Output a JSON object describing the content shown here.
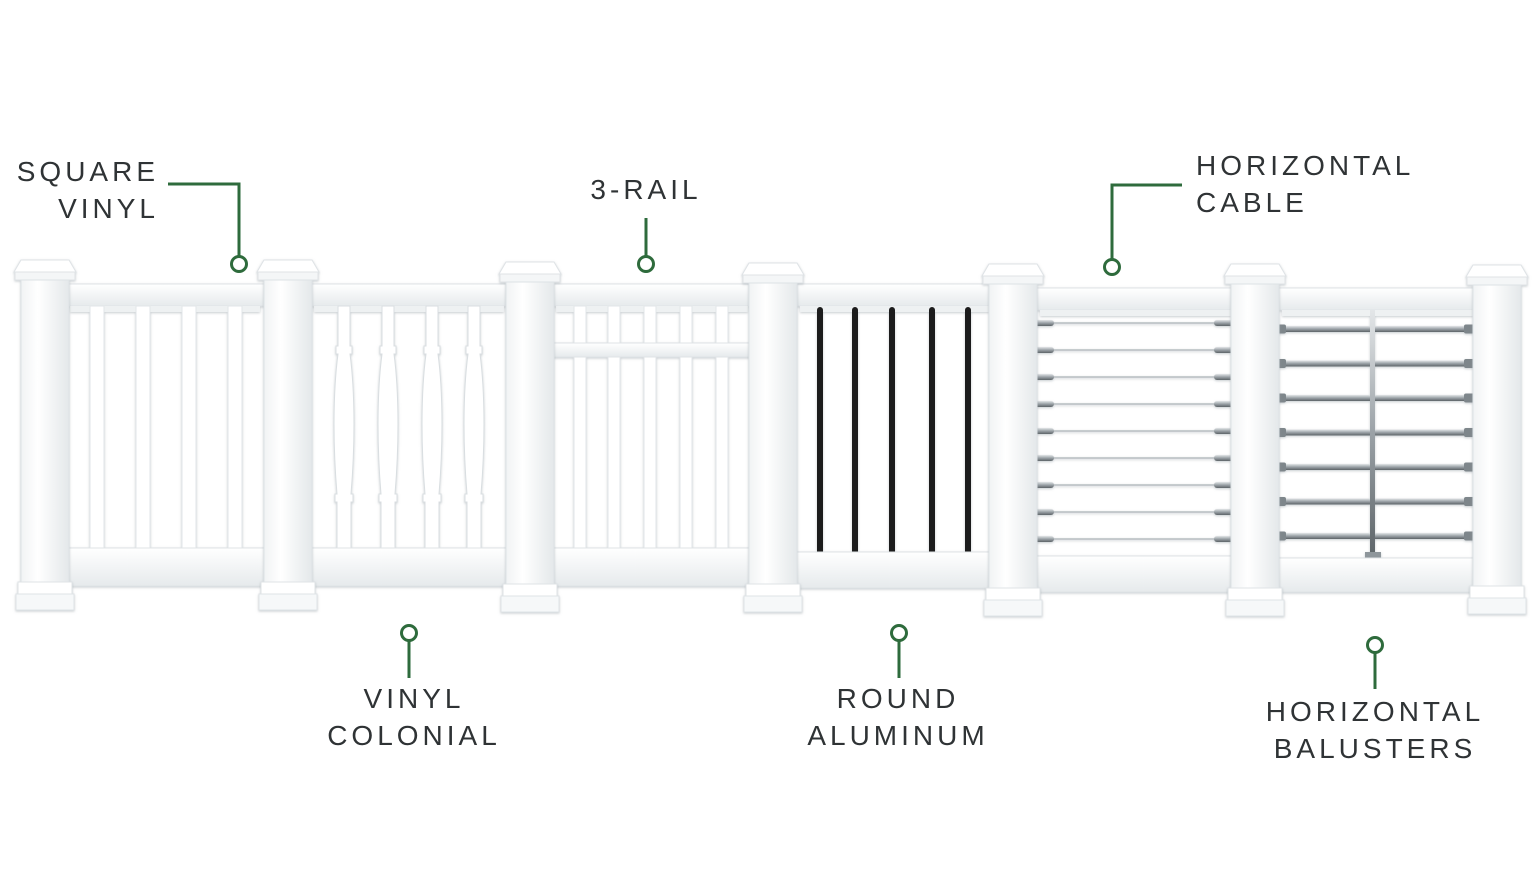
{
  "colors": {
    "callout": "#2e6b3c",
    "text": "#2f3335",
    "vinyl": "#ffffff",
    "vinyl_shade": "#e9ecee",
    "aluminum": "#1c1c1c",
    "steel": "#a9b0b5"
  },
  "labels": {
    "square_vinyl": {
      "line1": "SQUARE",
      "line2": "VINYL"
    },
    "three_rail": {
      "line1": "3-RAIL"
    },
    "horizontal_cable": {
      "line1": "HORIZONTAL",
      "line2": "CABLE"
    },
    "vinyl_colonial": {
      "line1": "VINYL",
      "line2": "COLONIAL"
    },
    "round_aluminum": {
      "line1": "ROUND",
      "line2": "ALUMINUM"
    },
    "horizontal_balusters": {
      "line1": "HORIZONTAL",
      "line2": "BALUSTERS"
    }
  }
}
